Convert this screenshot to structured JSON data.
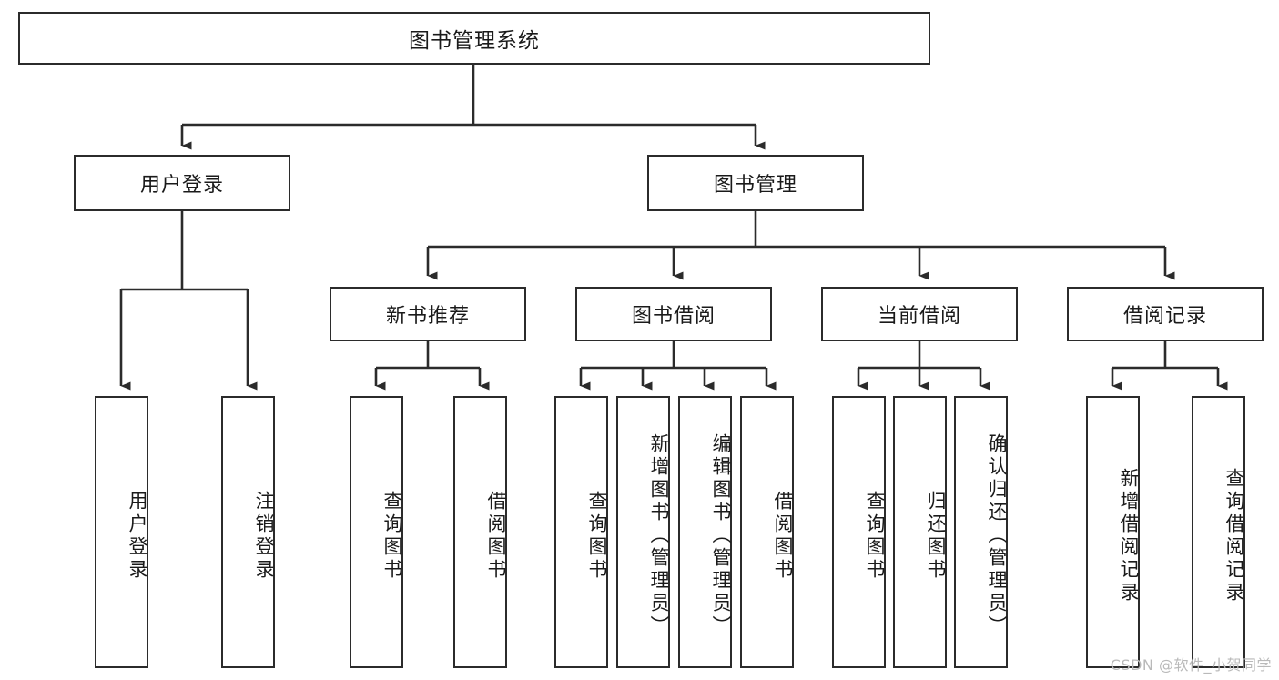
{
  "diagram": {
    "title": "图书管理系统",
    "type": "tree",
    "orientation": "top-down",
    "watermark": "CSDN @软件_小贺同学",
    "colors": {
      "border": "#2b2b2b",
      "background": "#ffffff",
      "text": "#1a1a1a",
      "edge": "#2b2b2b",
      "watermark": "#b9b9b9"
    },
    "nodes": {
      "root": {
        "label": "图书管理系统"
      },
      "level2": [
        {
          "id": "user-login",
          "label": "用户登录"
        },
        {
          "id": "book-management",
          "label": "图书管理"
        }
      ],
      "level3": [
        {
          "id": "new-book-recommend",
          "label": "新书推荐"
        },
        {
          "id": "book-borrow",
          "label": "图书借阅"
        },
        {
          "id": "current-borrow",
          "label": "当前借阅"
        },
        {
          "id": "borrow-record",
          "label": "借阅记录"
        }
      ],
      "leaves": {
        "user-login": [
          {
            "id": "leaf-user-login",
            "label": "用户登录"
          },
          {
            "id": "leaf-logout-login",
            "label": "注销登录"
          }
        ],
        "new-book-recommend": [
          {
            "id": "leaf-query-book-1",
            "label": "查询图书"
          },
          {
            "id": "leaf-borrow-book-1",
            "label": "借阅图书"
          }
        ],
        "book-borrow": [
          {
            "id": "leaf-query-book-2",
            "label": "查询图书"
          },
          {
            "id": "leaf-add-book",
            "label": "新增图书（管理员）"
          },
          {
            "id": "leaf-edit-book",
            "label": "编辑图书（管理员）"
          },
          {
            "id": "leaf-borrow-book-2",
            "label": "借阅图书"
          }
        ],
        "current-borrow": [
          {
            "id": "leaf-query-book-3",
            "label": "查询图书"
          },
          {
            "id": "leaf-return-book",
            "label": "归还图书"
          },
          {
            "id": "leaf-confirm-return",
            "label": "确认归还（管理员）"
          }
        ],
        "borrow-record": [
          {
            "id": "leaf-add-record",
            "label": "新增借阅记录"
          },
          {
            "id": "leaf-query-record",
            "label": "查询借阅记录"
          }
        ]
      }
    }
  }
}
